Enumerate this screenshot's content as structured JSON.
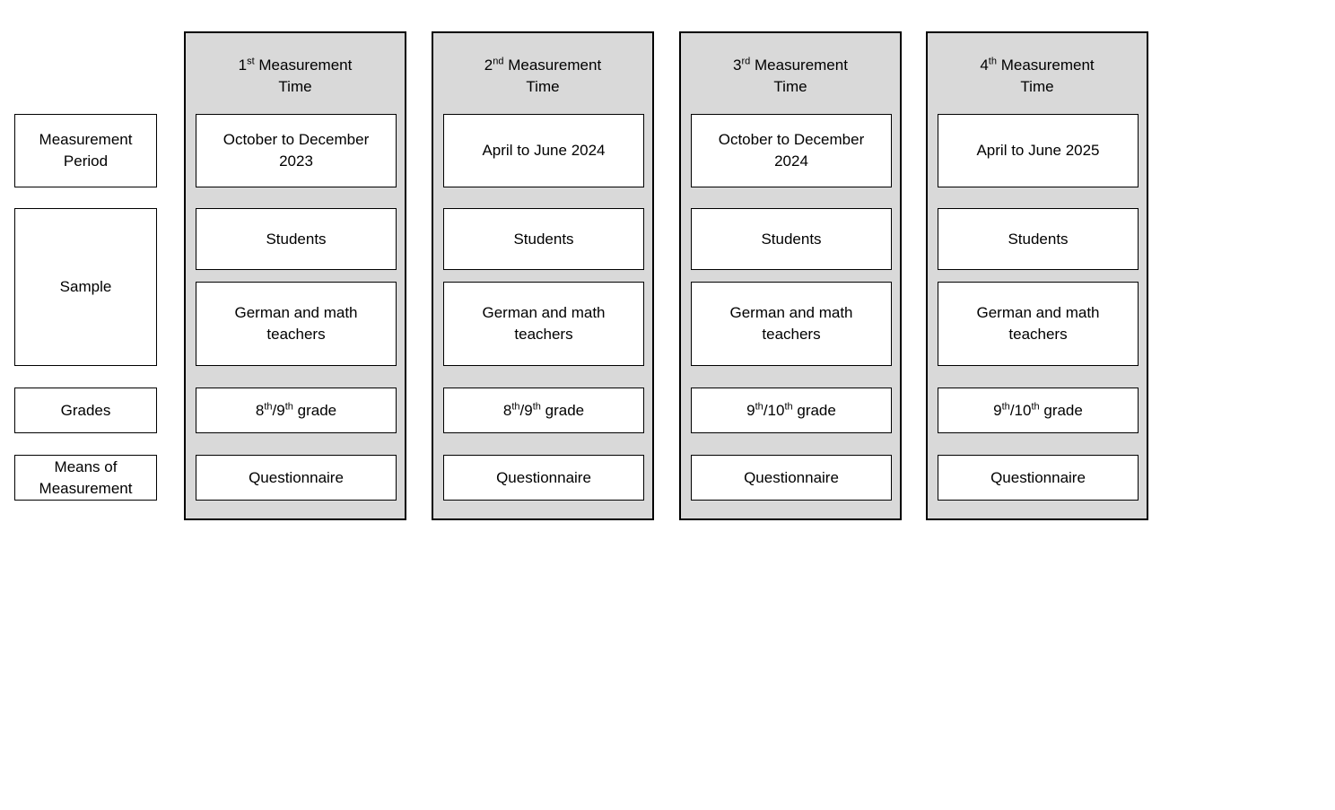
{
  "colors": {
    "column_fill": "#d9d9d9",
    "box_fill": "#ffffff",
    "border": "#000000",
    "text": "#000000",
    "page_background": "#ffffff"
  },
  "diagram": {
    "row_labels": {
      "measurement_period": "Measurement\nPeriod",
      "sample": "Sample",
      "grades": "Grades",
      "means_of_measurement": "Means of\nMeasurement"
    },
    "columns": [
      {
        "header": {
          "number": "1",
          "ordinal": "st",
          "title": " Measurement",
          "line2": "Time"
        },
        "measurement_period": "October to December\n2023",
        "sample_students": "Students",
        "sample_teachers": "German and math\nteachers",
        "grades": {
          "g1": "8",
          "s1": "th",
          "g2": "/9",
          "s2": "th",
          "rest": " grade"
        },
        "means": "Questionnaire"
      },
      {
        "header": {
          "number": "2",
          "ordinal": "nd",
          "title": " Measurement",
          "line2": "Time"
        },
        "measurement_period": "April to June 2024",
        "sample_students": "Students",
        "sample_teachers": "German and math\nteachers",
        "grades": {
          "g1": "8",
          "s1": "th",
          "g2": "/9",
          "s2": "th",
          "rest": " grade"
        },
        "means": "Questionnaire"
      },
      {
        "header": {
          "number": "3",
          "ordinal": "rd",
          "title": " Measurement",
          "line2": "Time"
        },
        "measurement_period": "October to December\n2024",
        "sample_students": "Students",
        "sample_teachers": "German and math\nteachers",
        "grades": {
          "g1": "9",
          "s1": "th",
          "g2": "/10",
          "s2": "th",
          "rest": " grade"
        },
        "means": "Questionnaire"
      },
      {
        "header": {
          "number": "4",
          "ordinal": "th",
          "title": " Measurement",
          "line2": "Time"
        },
        "measurement_period": "April to June 2025",
        "sample_students": "Students",
        "sample_teachers": "German and math\nteachers",
        "grades": {
          "g1": "9",
          "s1": "th",
          "g2": "/10",
          "s2": "th",
          "rest": " grade"
        },
        "means": "Questionnaire"
      }
    ]
  }
}
